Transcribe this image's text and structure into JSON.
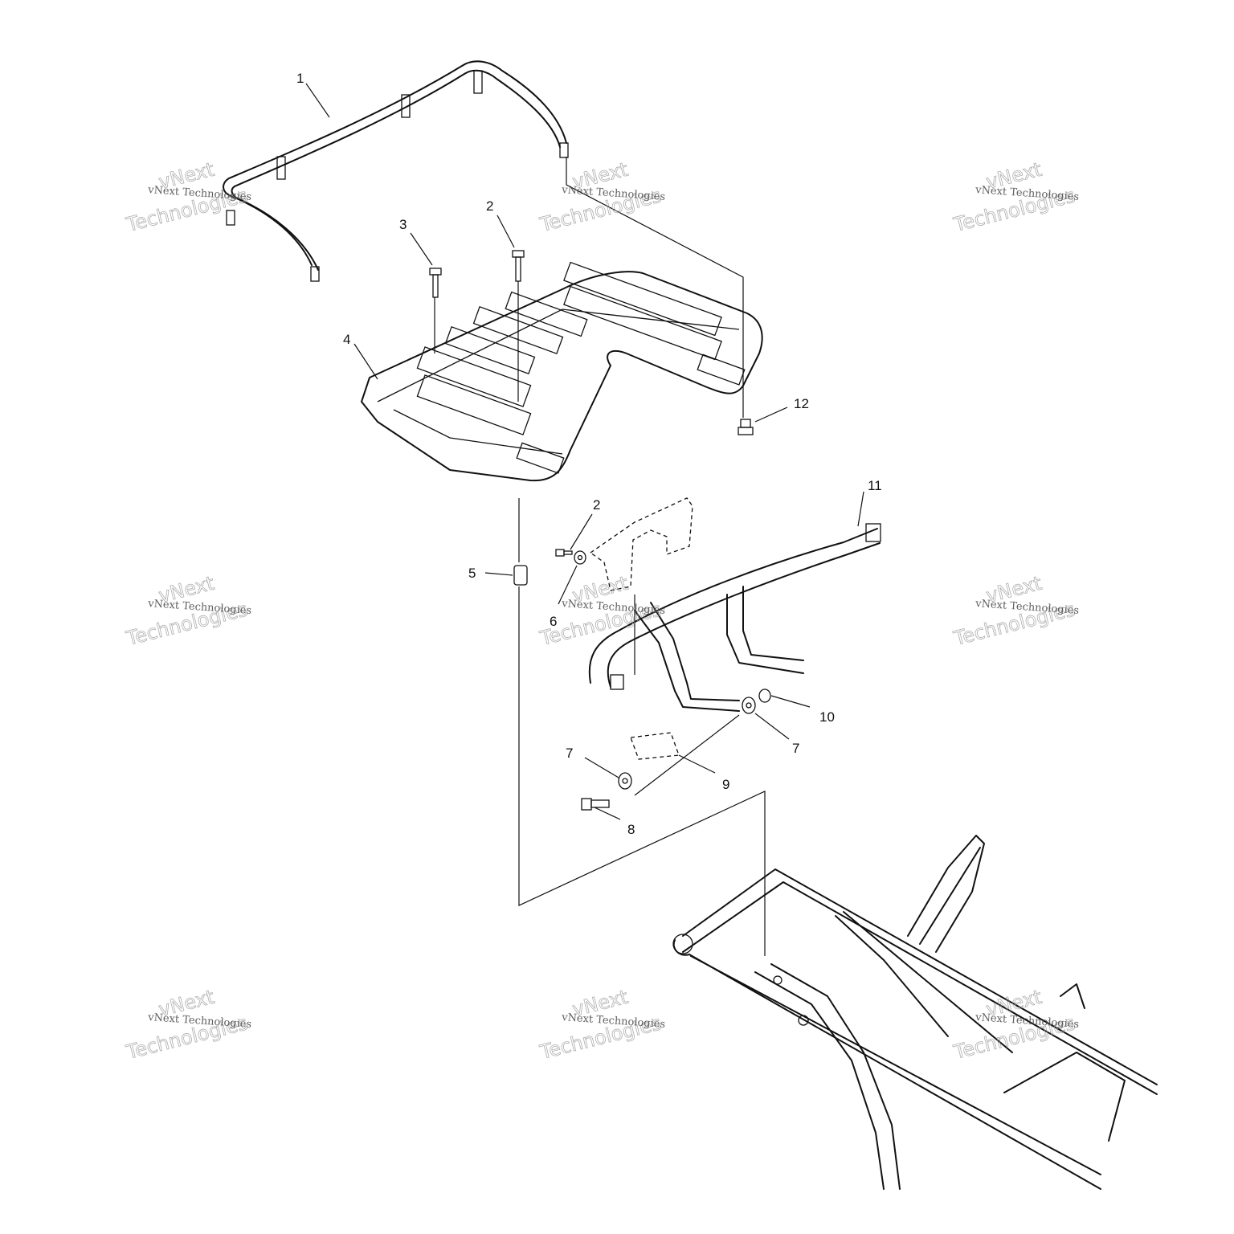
{
  "watermark": {
    "line1": "vNext Technologies",
    "line2": "vNext",
    "line3": "Technologies"
  },
  "callouts": {
    "c1": "1",
    "c2a": "2",
    "c3": "3",
    "c4": "4",
    "c12": "12",
    "c11": "11",
    "c2b": "2",
    "c5": "5",
    "c6": "6",
    "c10": "10",
    "c7a": "7",
    "c7b": "7",
    "c9": "9",
    "c8": "8"
  }
}
